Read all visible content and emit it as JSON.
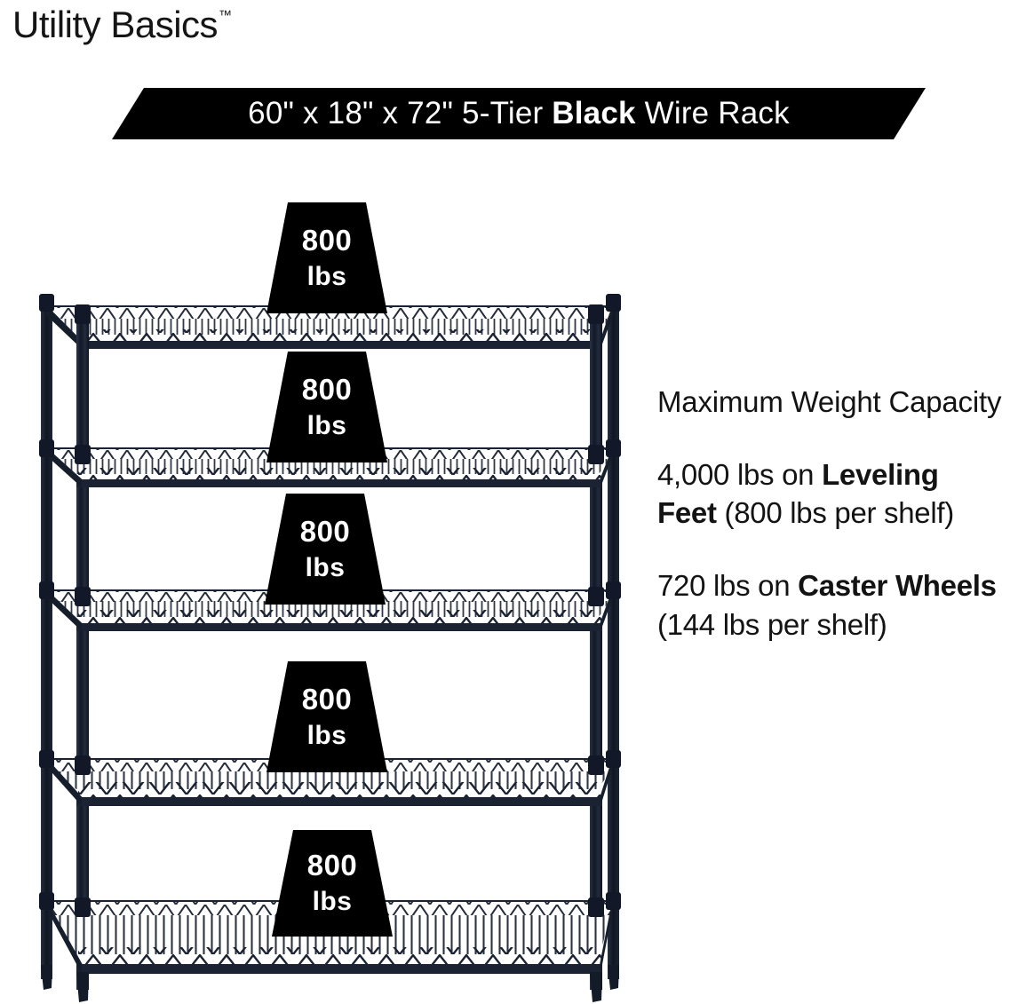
{
  "brand": {
    "name": "Utility Basics",
    "trademark": "™"
  },
  "banner": {
    "dimensions": "60\" x 18\" x 72\"",
    "tier": "5-Tier",
    "color_word": "Black",
    "product": "Wire Rack",
    "full_text": "60\" x 18\" x 72\" 5-Tier Black Wire Rack",
    "background": "#000000",
    "text_color": "#ffffff"
  },
  "rack": {
    "shelf_count": 5,
    "frame_color": "#1b2231",
    "badges": [
      {
        "value": "800",
        "unit": "lbs"
      },
      {
        "value": "800",
        "unit": "lbs"
      },
      {
        "value": "800",
        "unit": "lbs"
      },
      {
        "value": "800",
        "unit": "lbs"
      },
      {
        "value": "800",
        "unit": "lbs"
      }
    ]
  },
  "info": {
    "heading": "Maximum Weight Capacity",
    "paragraphs": [
      {
        "lead": "4,000 lbs on ",
        "bold": "Leveling Feet",
        "tail": " (800 lbs per shelf)"
      },
      {
        "lead": "720 lbs on ",
        "bold": "Caster Wheels",
        "tail": " (144 lbs per shelf)"
      }
    ]
  },
  "colors": {
    "background": "#ffffff",
    "ink": "#131313",
    "badge": "#000000",
    "metal": "#1b2231"
  }
}
